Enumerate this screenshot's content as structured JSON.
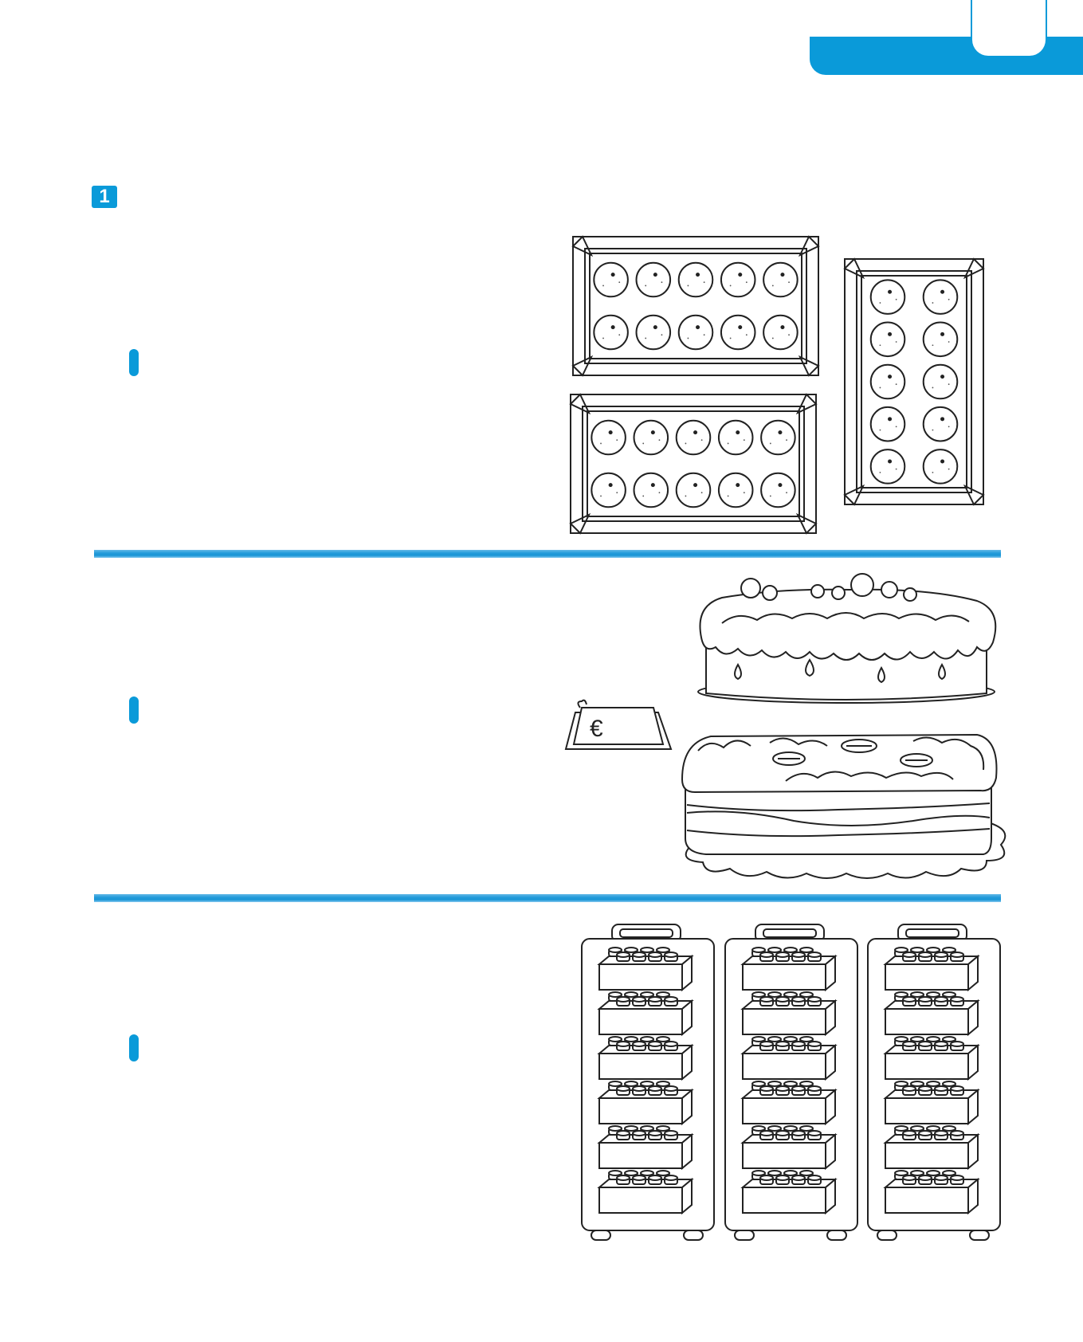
{
  "page": {
    "exercise_number": "1",
    "accent_color": "#0a9ad9"
  },
  "illustrations": {
    "fruit_crates": {
      "crates": 3,
      "oranges_per_crate": 10
    },
    "cake_price_sign": {
      "currency_symbol": "€"
    },
    "brick_shelves": {
      "shelves": 3,
      "bricks_per_shelf": 6
    }
  }
}
